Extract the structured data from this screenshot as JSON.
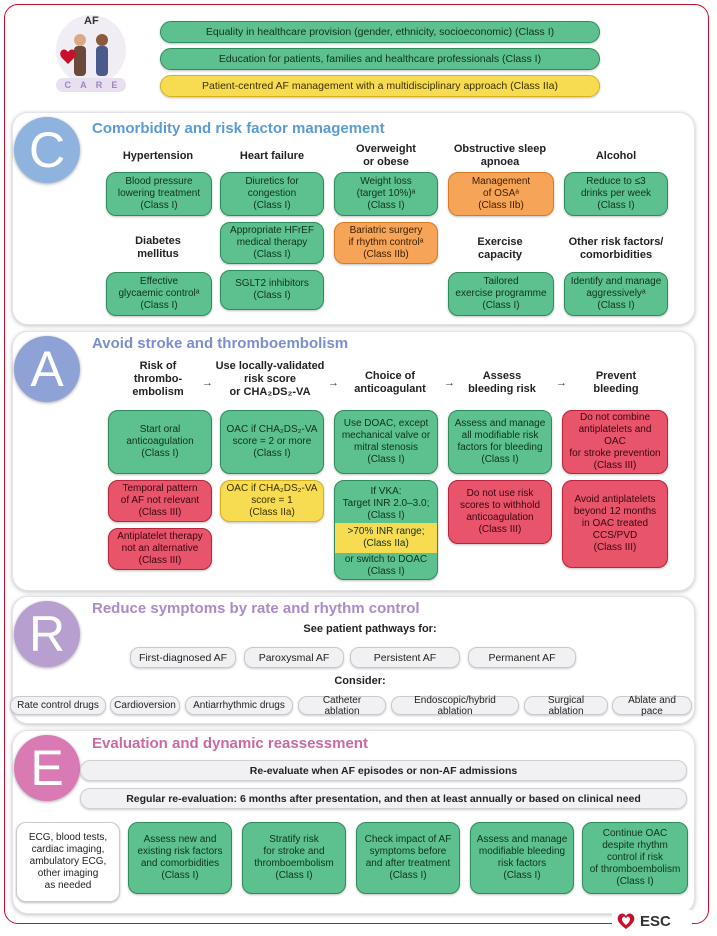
{
  "logo": {
    "af": "AF",
    "care_letters": [
      "C",
      "A",
      "R",
      "E"
    ]
  },
  "top_pills": [
    "Equality in healthcare provision (gender, ethnicity, socioeconomic) (Class I)",
    "Education for patients, families and healthcare professionals (Class I)",
    "Patient-centred AF management with a multidisciplinary approach (Class IIa)"
  ],
  "C": {
    "letter": "C",
    "title": "Comorbidity and risk factor management",
    "heads": [
      "Hypertension",
      "Heart failure",
      "Overweight\nor obese",
      "Obstructive sleep\napnoea",
      "Alcohol"
    ],
    "heads2": [
      "Diabetes\nmellitus",
      "Exercise\ncapacity",
      "Other risk factors/\ncomorbidities"
    ],
    "boxes": {
      "hyp": "Blood pressure\nlowering treatment\n(Class I)",
      "hf1": "Diuretics for\ncongestion\n(Class I)",
      "hf2": "Appropriate HFrEF\nmedical therapy\n(Class I)",
      "hf3": "SGLT2 inhibitors\n(Class I)",
      "ow1": "Weight loss\n(target 10%)ᵃ\n(Class I)",
      "ow2": "Bariatric surgery\nif rhythm controlᵃ\n(Class IIb)",
      "osa": "Management\nof OSAᵃ\n(Class IIb)",
      "alc": "Reduce to ≤3\ndrinks per week\n(Class I)",
      "dm": "Effective\nglycaemic controlᵃ\n(Class I)",
      "ex": "Tailored\nexercise programme\n(Class I)",
      "oth": "Identify and manage\naggressivelyᵃ\n(Class I)"
    }
  },
  "A": {
    "letter": "A",
    "title": "Avoid stroke and thromboembolism",
    "heads": [
      "Risk of\nthrombo-\nembolism",
      "Use locally-validated\nrisk score\nor CHA₂DS₂-VA",
      "Choice of\nanticoagulant",
      "Assess\nbleeding risk",
      "Prevent\nbleeding"
    ],
    "arrow": "→",
    "boxes": {
      "start": "Start oral\nanticoagulation\n(Class I)",
      "temporal": "Temporal pattern\nof AF not relevant\n(Class III)",
      "antiplatelet": "Antiplatelet therapy\nnot an alternative\n(Class III)",
      "oac2": "OAC if CHA₂DS₂-VA\nscore = 2 or more\n(Class I)",
      "oac1": "OAC if CHA₂DS₂-VA\nscore = 1\n(Class IIa)",
      "doac": "Use DOAC, except\nmechanical valve or\nmitral stenosis\n(Class I)",
      "vka": "If VKA:\nTarget INR 2.0–3.0;\n(Class I)",
      "inr": ">70% INR range;\n(Class IIa)",
      "switch": "or switch to DOAC\n(Class I)",
      "assess": "Assess and manage\nall modifiable risk\nfactors for bleeding\n(Class I)",
      "nouse": "Do not use risk\nscores to withhold\nanticoagulation\n(Class III)",
      "nocombine": "Do not combine\nantiplatelets and OAC\nfor stroke prevention\n(Class III)",
      "avoid": "Avoid antiplatelets\nbeyond 12 months\nin OAC treated\nCCS/PVD\n(Class III)"
    }
  },
  "R": {
    "letter": "R",
    "title": "Reduce symptoms by rate and rhythm control",
    "see": "See patient pathways for:",
    "pathways": [
      "First-diagnosed AF",
      "Paroxysmal AF",
      "Persistent AF",
      "Permanent AF"
    ],
    "consider": "Consider:",
    "options": [
      "Rate control drugs",
      "Cardioversion",
      "Antiarrhythmic drugs",
      "Catheter ablation",
      "Endoscopic/hybrid ablation",
      "Surgical ablation",
      "Ablate and pace"
    ]
  },
  "E": {
    "letter": "E",
    "title": "Evaluation and dynamic reassessment",
    "bar1": "Re-evaluate when AF episodes or non-AF admissions",
    "bar2": "Regular re-evaluation: 6 months after presentation, and then at least annually or based on clinical need",
    "boxes": [
      "ECG, blood tests,\ncardiac imaging,\nambulatory ECG,\nother imaging\nas needed",
      "Assess new and\nexisting risk factors\nand comorbidities\n(Class I)",
      "Stratify risk\nfor stroke and\nthromboembolism\n(Class I)",
      "Check impact of AF\nsymptoms before\nand after treatment\n(Class I)",
      "Assess and manage\nmodifiable bleeding\nrisk factors\n(Class I)",
      "Continue OAC\ndespite rhythm\ncontrol if risk\nof thromboembolism\n(Class I)"
    ]
  },
  "esc": "ESC",
  "colors": {
    "C": "#8fb3df",
    "A": "#8fa2d6",
    "R": "#b79fd0",
    "E": "#d97ab4",
    "green": "#5cc18e",
    "orange": "#f5a458",
    "red": "#e8546a",
    "yellow": "#f7dc52",
    "frame": "#c8102e"
  }
}
